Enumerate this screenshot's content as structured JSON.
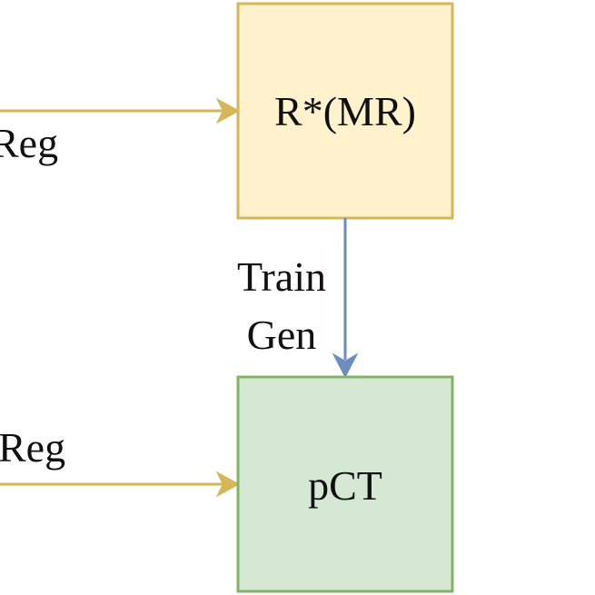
{
  "nodes": {
    "top_box": {
      "label": "R*(MR)",
      "fill": "#fff2cc",
      "stroke": "#d6b656"
    },
    "bottom_box": {
      "label": "pCT",
      "fill": "#d5e8d4",
      "stroke": "#82b366"
    }
  },
  "edges": {
    "top_left_label": "Reg",
    "bottom_left_label": "Reg",
    "vertical_label_line1": "Train",
    "vertical_label_line2": "Gen"
  },
  "colors": {
    "reg_arrow": "#d6b656",
    "train_gen_arrow": "#6c8ebf"
  }
}
